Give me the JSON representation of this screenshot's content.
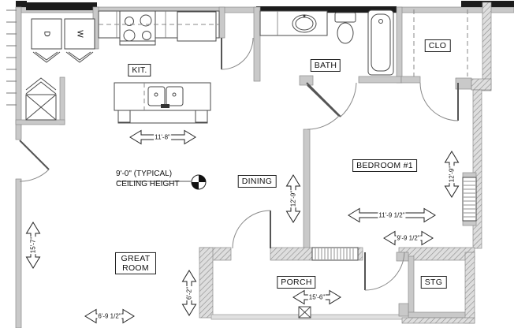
{
  "drawing": {
    "type": "floor-plan",
    "rooms": {
      "kitchen": "KIT.",
      "bath": "BATH",
      "closet": "CLO",
      "bedroom": "BEDROOM #1",
      "great_room": "GREAT ROOM",
      "dining": "DINING",
      "porch": "PORCH",
      "storage": "STG"
    },
    "appliances": {
      "dryer": "D",
      "washer": "W"
    },
    "ceiling_note": {
      "line1": "9'-0\" (TYPICAL)",
      "line2": "CEILING HEIGHT"
    },
    "dimensions": {
      "kitchen_island": "11'-8\"",
      "dining_depth": "12'-9\"",
      "bedroom_depth": "12'-9\"",
      "bedroom_width": "11'-9 1/2\"",
      "bedroom_width_alt": "9'-9 1/2\"",
      "great_room_depth": "15'-7\"",
      "great_room_nook": "6'-2\"",
      "great_room_width": "6'-9 1/2\"",
      "porch_width": "15'-6\""
    },
    "colors": {
      "wall_fill": "#c9c9c9",
      "wall_black": "#1c1c1c",
      "line": "#4a4a4a",
      "background": "#ffffff"
    }
  }
}
